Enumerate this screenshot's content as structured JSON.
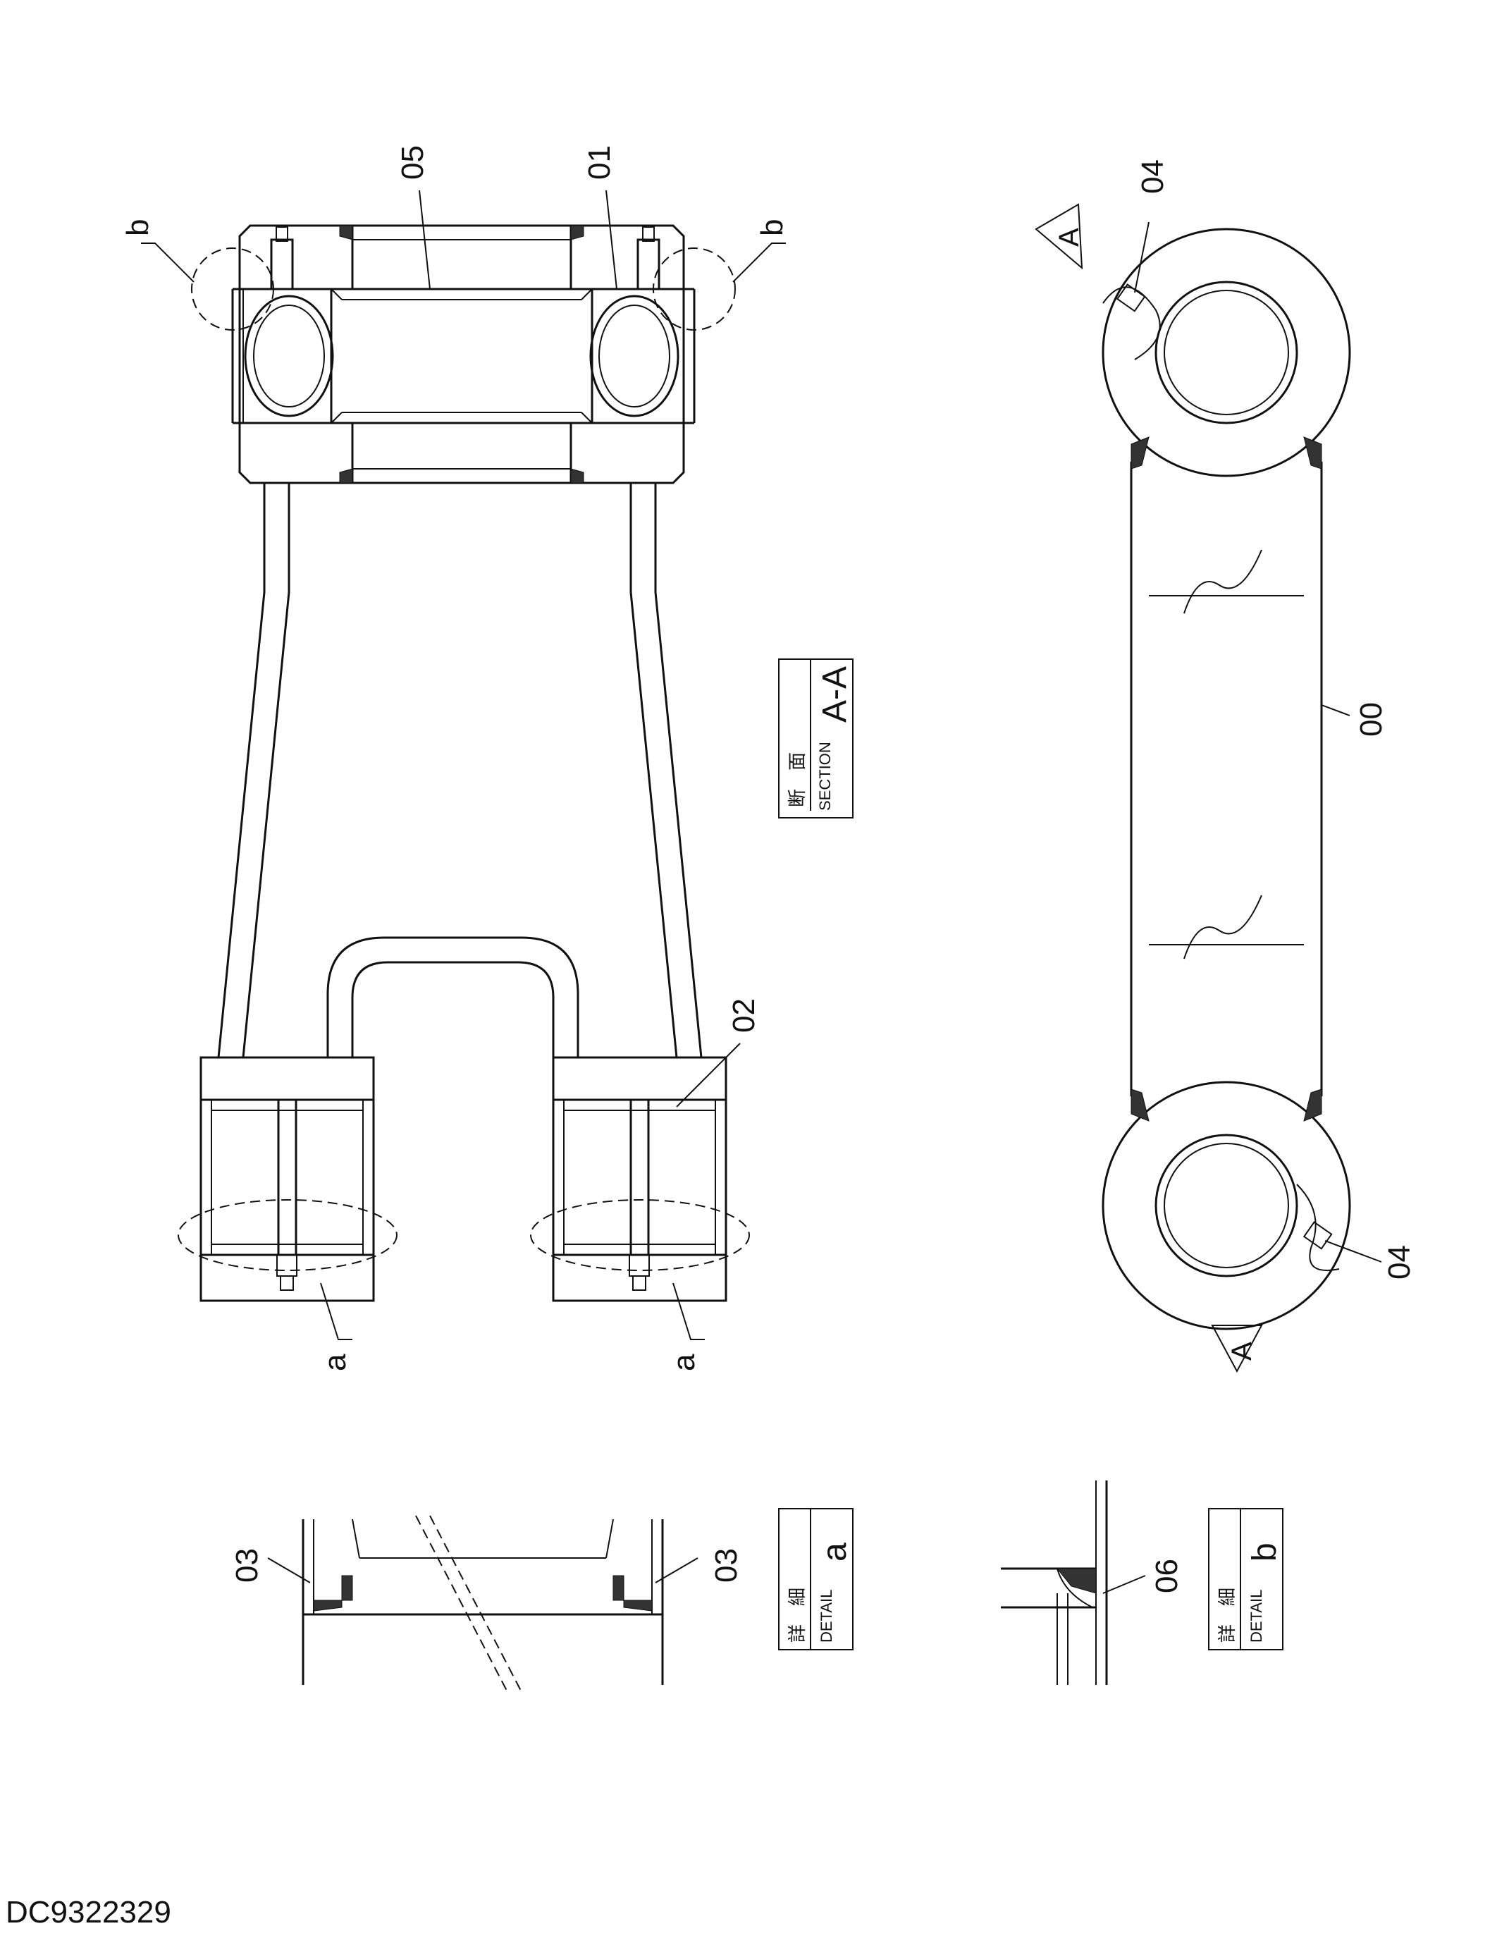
{
  "callouts": {
    "p05": "05",
    "p01": "01",
    "p04_top": "04",
    "p04_bottom": "04",
    "p02": "02",
    "p00": "00",
    "p03_left": "03",
    "p03_right": "03",
    "p06": "06"
  },
  "detail_markers": {
    "b_left": "b",
    "b_right": "b",
    "a_left": "a",
    "a_right": "a"
  },
  "section_arrows": {
    "top": "A",
    "bottom": "A"
  },
  "section_box": {
    "jp": "断　面",
    "en": "SECTION",
    "id": "A-A"
  },
  "detail_box_a": {
    "jp": "詳　細",
    "en": "DETAIL",
    "id": "a"
  },
  "detail_box_b": {
    "jp": "詳　細",
    "en": "DETAIL",
    "id": "b"
  },
  "drawing_id": "DC9322329"
}
